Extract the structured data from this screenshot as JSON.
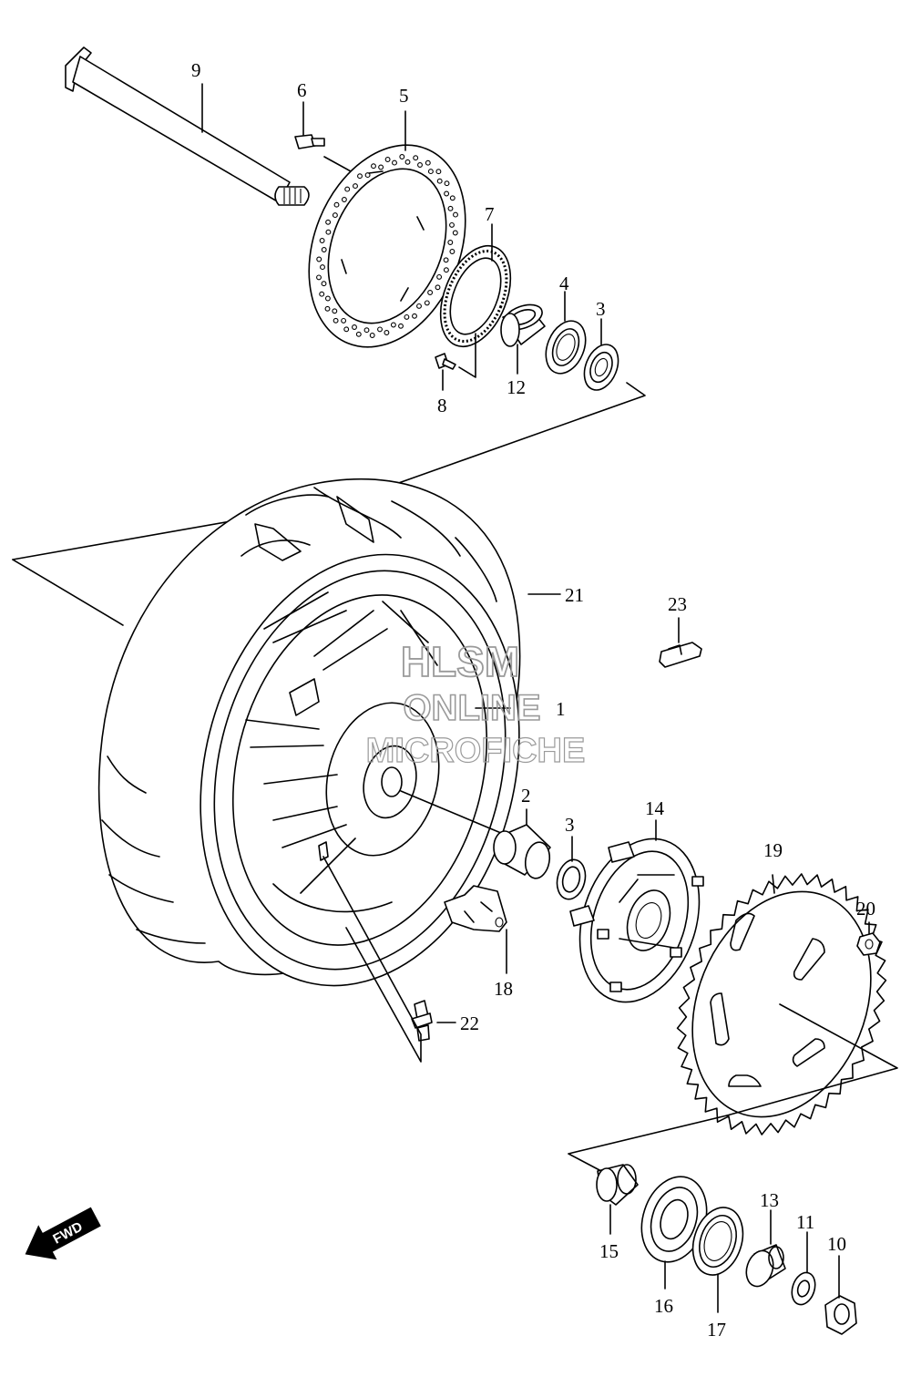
{
  "callouts": [
    {
      "id": "1",
      "label": "1"
    },
    {
      "id": "2",
      "label": "2"
    },
    {
      "id": "3a",
      "label": "3"
    },
    {
      "id": "3b",
      "label": "3"
    },
    {
      "id": "4",
      "label": "4"
    },
    {
      "id": "5",
      "label": "5"
    },
    {
      "id": "6",
      "label": "6"
    },
    {
      "id": "7",
      "label": "7"
    },
    {
      "id": "8",
      "label": "8"
    },
    {
      "id": "9",
      "label": "9"
    },
    {
      "id": "10",
      "label": "10"
    },
    {
      "id": "11",
      "label": "11"
    },
    {
      "id": "12",
      "label": "12"
    },
    {
      "id": "13",
      "label": "13"
    },
    {
      "id": "14",
      "label": "14"
    },
    {
      "id": "15",
      "label": "15"
    },
    {
      "id": "16",
      "label": "16"
    },
    {
      "id": "17",
      "label": "17"
    },
    {
      "id": "18",
      "label": "18"
    },
    {
      "id": "19",
      "label": "19"
    },
    {
      "id": "20",
      "label": "20"
    },
    {
      "id": "21",
      "label": "21"
    },
    {
      "id": "22",
      "label": "22"
    },
    {
      "id": "23",
      "label": "23"
    }
  ],
  "watermark": {
    "line1": "HLSM",
    "line2": "ONLINE",
    "line3": "MICROFICHE",
    "color": "#9a9a9a"
  },
  "fwd_label": "FWD"
}
